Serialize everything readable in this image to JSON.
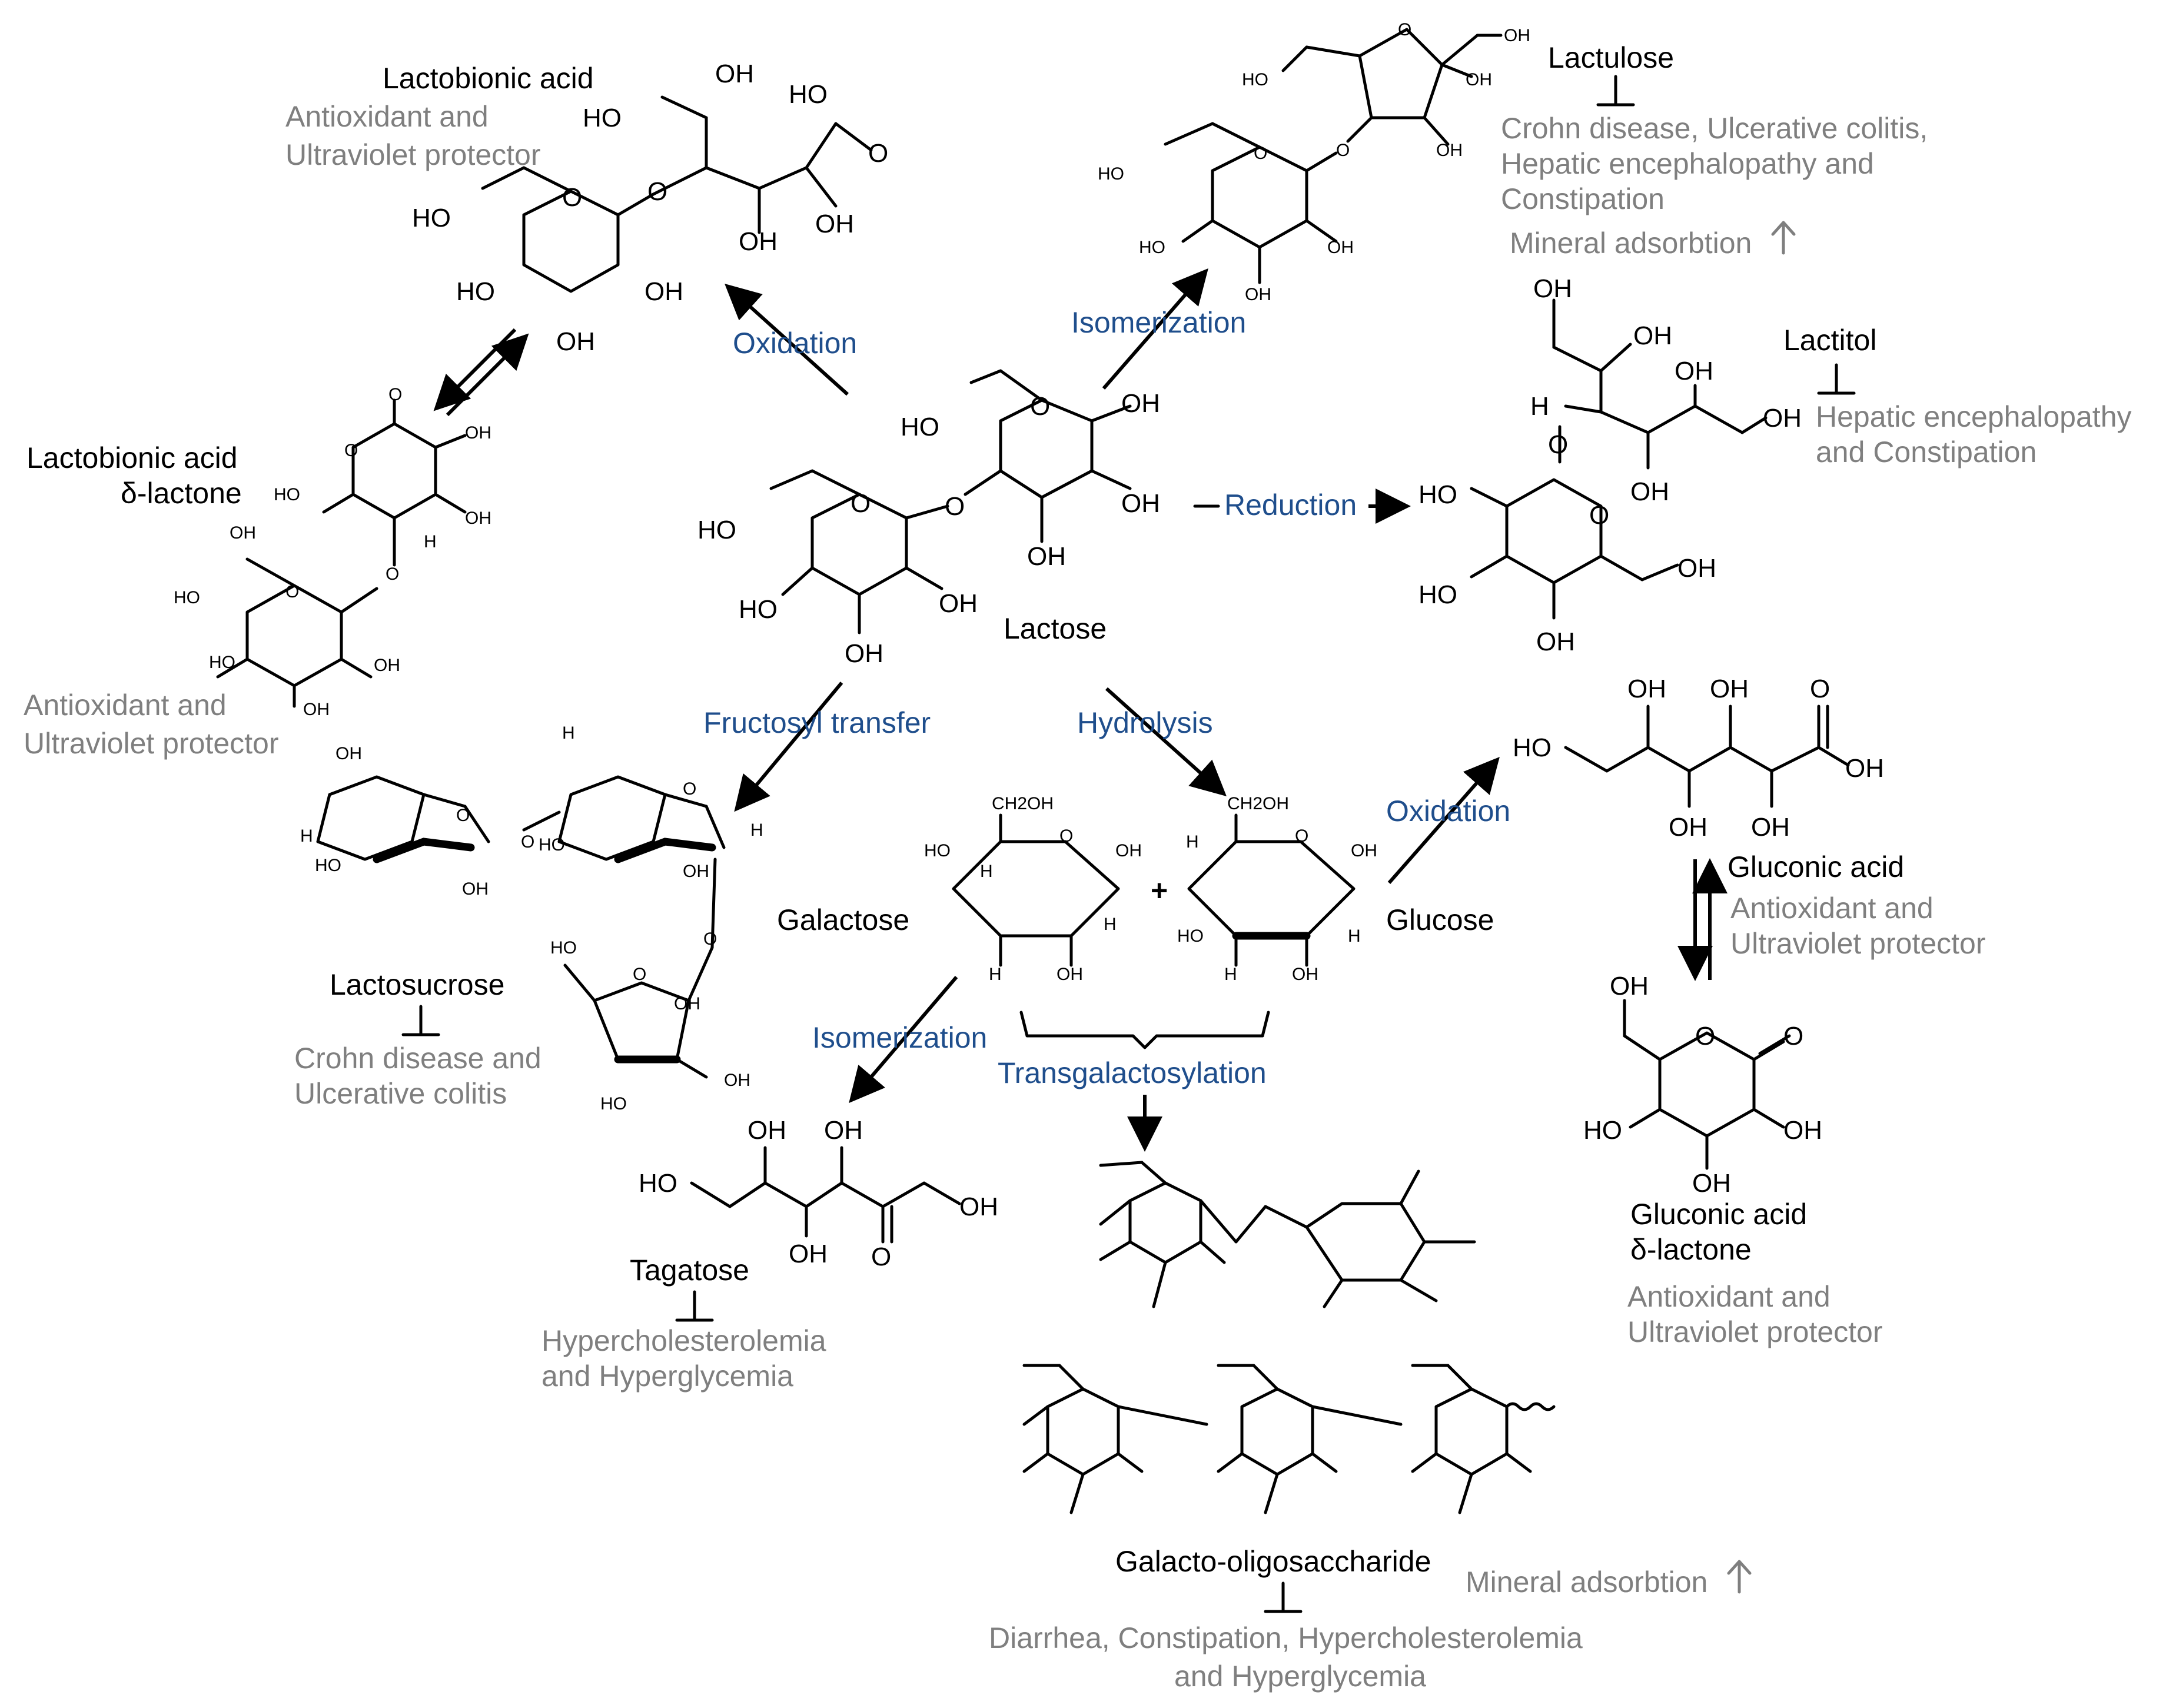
{
  "compounds": {
    "lactose": "Lactose",
    "lactobionic_acid": "Lactobionic acid",
    "lactobionic_lactone_1": "Lactobionic acid",
    "lactobionic_lactone_2": "δ-lactone",
    "lactulose": "Lactulose",
    "lactitol": "Lactitol",
    "lactosucrose": "Lactosucrose",
    "galactose": "Galactose",
    "glucose": "Glucose",
    "gluconic_acid": "Gluconic acid",
    "gluconic_lactone_1": "Gluconic acid",
    "gluconic_lactone_2": "δ-lactone",
    "tagatose": "Tagatose",
    "gos": "Galacto-oligosaccharide"
  },
  "processes": {
    "oxidation_left": "Oxidation",
    "isomerization_top": "Isomerization",
    "reduction": "Reduction",
    "fructosyl_transfer": "Fructosyl transfer",
    "hydrolysis": "Hydrolysis",
    "oxidation_right": "Oxidation",
    "isomerization_bottom": "Isomerization",
    "transgalactosylation": "Transgalactosylation"
  },
  "effects": {
    "lactobionic_1": "Antioxidant and",
    "lactobionic_2": "Ultraviolet protector",
    "lactone_left_1": "Antioxidant and",
    "lactone_left_2": "Ultraviolet protector",
    "lactulose_1": "Crohn disease, Ulcerative colitis,",
    "lactulose_2": "Hepatic encephalopathy and",
    "lactulose_3": "Constipation",
    "lactulose_4": "Mineral adsorbtion",
    "lactitol_1": "Hepatic encephalopathy",
    "lactitol_2": "and Constipation",
    "lactosucrose_1": "Crohn disease and",
    "lactosucrose_2": "Ulcerative colitis",
    "gluconic_1": "Antioxidant and",
    "gluconic_2": "Ultraviolet protector",
    "gluconic_lactone_1": "Antioxidant and",
    "gluconic_lactone_2": "Ultraviolet protector",
    "tagatose_1": "Hypercholesterolemia",
    "tagatose_2": "and Hyperglycemia",
    "gos_mineral": "Mineral adsorbtion",
    "gos_1": "Diarrhea, Constipation, Hypercholesterolemia",
    "gos_2": "and Hyperglycemia"
  },
  "symbols": {
    "plus": "+"
  },
  "atoms": {
    "oh": "OH",
    "ho": "HO",
    "o": "O",
    "h": "H",
    "ch2oh": "CH2OH"
  },
  "colors": {
    "compound_label": "#000000",
    "effect_label": "#7f7f7f",
    "process_label": "#1f4e8c"
  }
}
